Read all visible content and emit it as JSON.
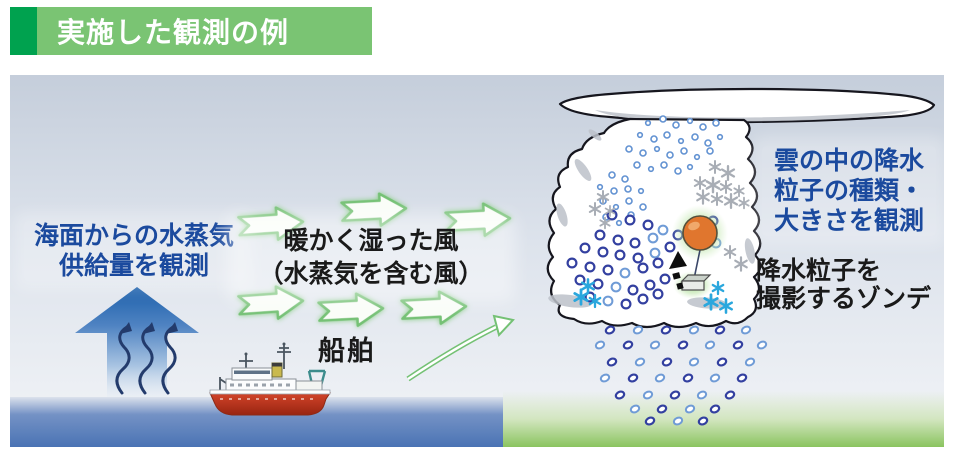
{
  "header": {
    "title": "実施した観測の例"
  },
  "diagram": {
    "labels": {
      "sea_vapor": {
        "line1": "海面からの水蒸気",
        "line2": "供給量を観測"
      },
      "warm_wind": {
        "line1": "暖かく湿った風",
        "line2": "（水蒸気を含む風）"
      },
      "ship": "船舶",
      "cloud_obs": {
        "line1": "雲の中の降水",
        "line2": "粒子の種類・",
        "line3": "大きさを観測"
      },
      "sonde": {
        "line1": "降水粒子を",
        "line2": "撮影するゾンデ"
      }
    },
    "colors": {
      "title_accent": "#00a24f",
      "title_bar": "#7ac473",
      "blue_text": "#1b4a9e",
      "black_text": "#1a1a1a",
      "green_arrow": "#74c174",
      "blue_arrow_top": "#1f62ac",
      "sea_deep": "#4a73b4",
      "land_green": "#8ac45f",
      "balloon_orange": "#e0762e",
      "rain_dark": "#3340a0",
      "rain_light": "#6f9bd6",
      "snow_gray": "#a8adb5",
      "snow_cyan": "#2aa7dd"
    }
  }
}
